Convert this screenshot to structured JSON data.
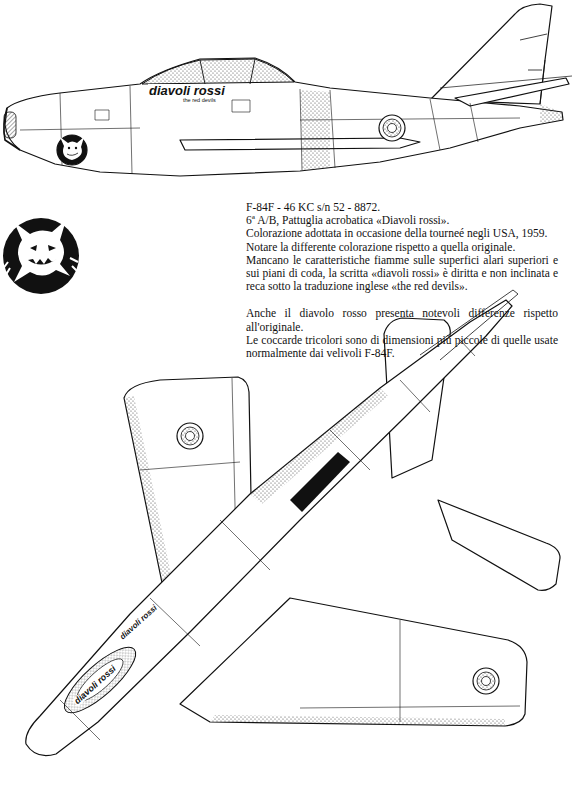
{
  "diagram": {
    "title": "F-84F - 46 KC s/n 52 - 8872.",
    "labels": [
      "diavoli rossi",
      "the red devils",
      "6ª A/B, Pattuglia acrobatica «Diavoli rossi».",
      "Colorazione adottata in occasione della tourneé negli USA, 1959.",
      "Notare la differente colorazione rispetto a quella originale.",
      "Mancano le caratteristiche fiamme sulle superfici alari superiori e sui piani di coda, la scritta «diavoli rossi» è diritta e non inclinata e reca sotto la traduzione inglese «the red devils».",
      "Anche il diavolo rosso presenta notevoli differenze rispetto all'originale.",
      "Le coccarde tricolori sono di dimensioni più piccole di quelle usate normalmente dai velivoli F-84F.",
      "diavoli rossi",
      "diavoli rossi"
    ]
  }
}
